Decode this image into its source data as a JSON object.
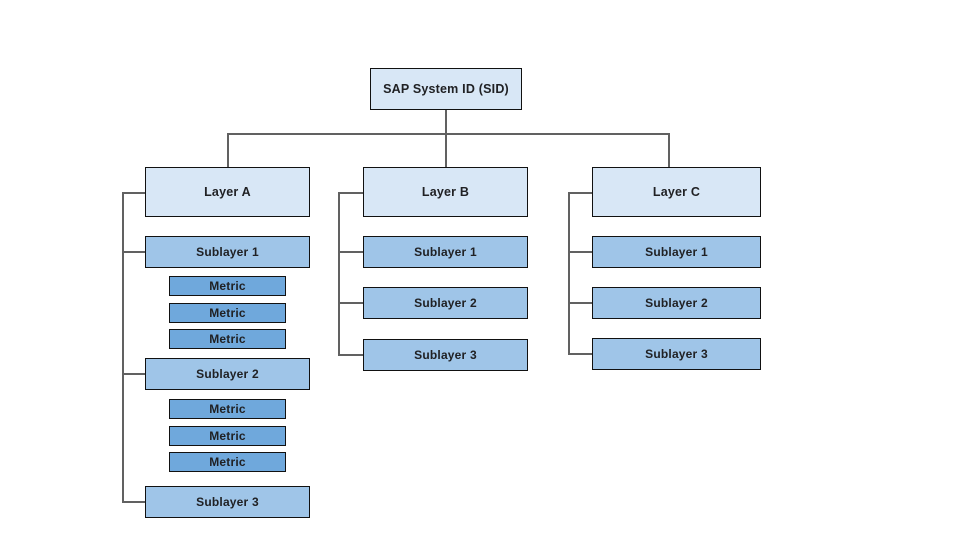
{
  "diagram": {
    "root": {
      "label": "SAP System ID (SID)"
    },
    "columns": [
      {
        "layer": "Layer A",
        "sublayers": [
          {
            "label": "Sublayer 1",
            "metrics": [
              "Metric",
              "Metric",
              "Metric"
            ]
          },
          {
            "label": "Sublayer 2",
            "metrics": [
              "Metric",
              "Metric",
              "Metric"
            ]
          },
          {
            "label": "Sublayer 3",
            "metrics": []
          }
        ]
      },
      {
        "layer": "Layer B",
        "sublayers": [
          {
            "label": "Sublayer 1",
            "metrics": []
          },
          {
            "label": "Sublayer 2",
            "metrics": []
          },
          {
            "label": "Sublayer 3",
            "metrics": []
          }
        ]
      },
      {
        "layer": "Layer C",
        "sublayers": [
          {
            "label": "Sublayer 1",
            "metrics": []
          },
          {
            "label": "Sublayer 2",
            "metrics": []
          },
          {
            "label": "Sublayer 3",
            "metrics": []
          }
        ]
      }
    ],
    "colors": {
      "background": "#ffffff",
      "root_fill": "#d8e7f6",
      "layer_fill": "#d8e7f6",
      "sublayer_fill": "#9fc5e8",
      "metric_fill": "#6fa8dc",
      "box_border": "#111111",
      "connector": "#616161",
      "text": "#202124"
    }
  }
}
